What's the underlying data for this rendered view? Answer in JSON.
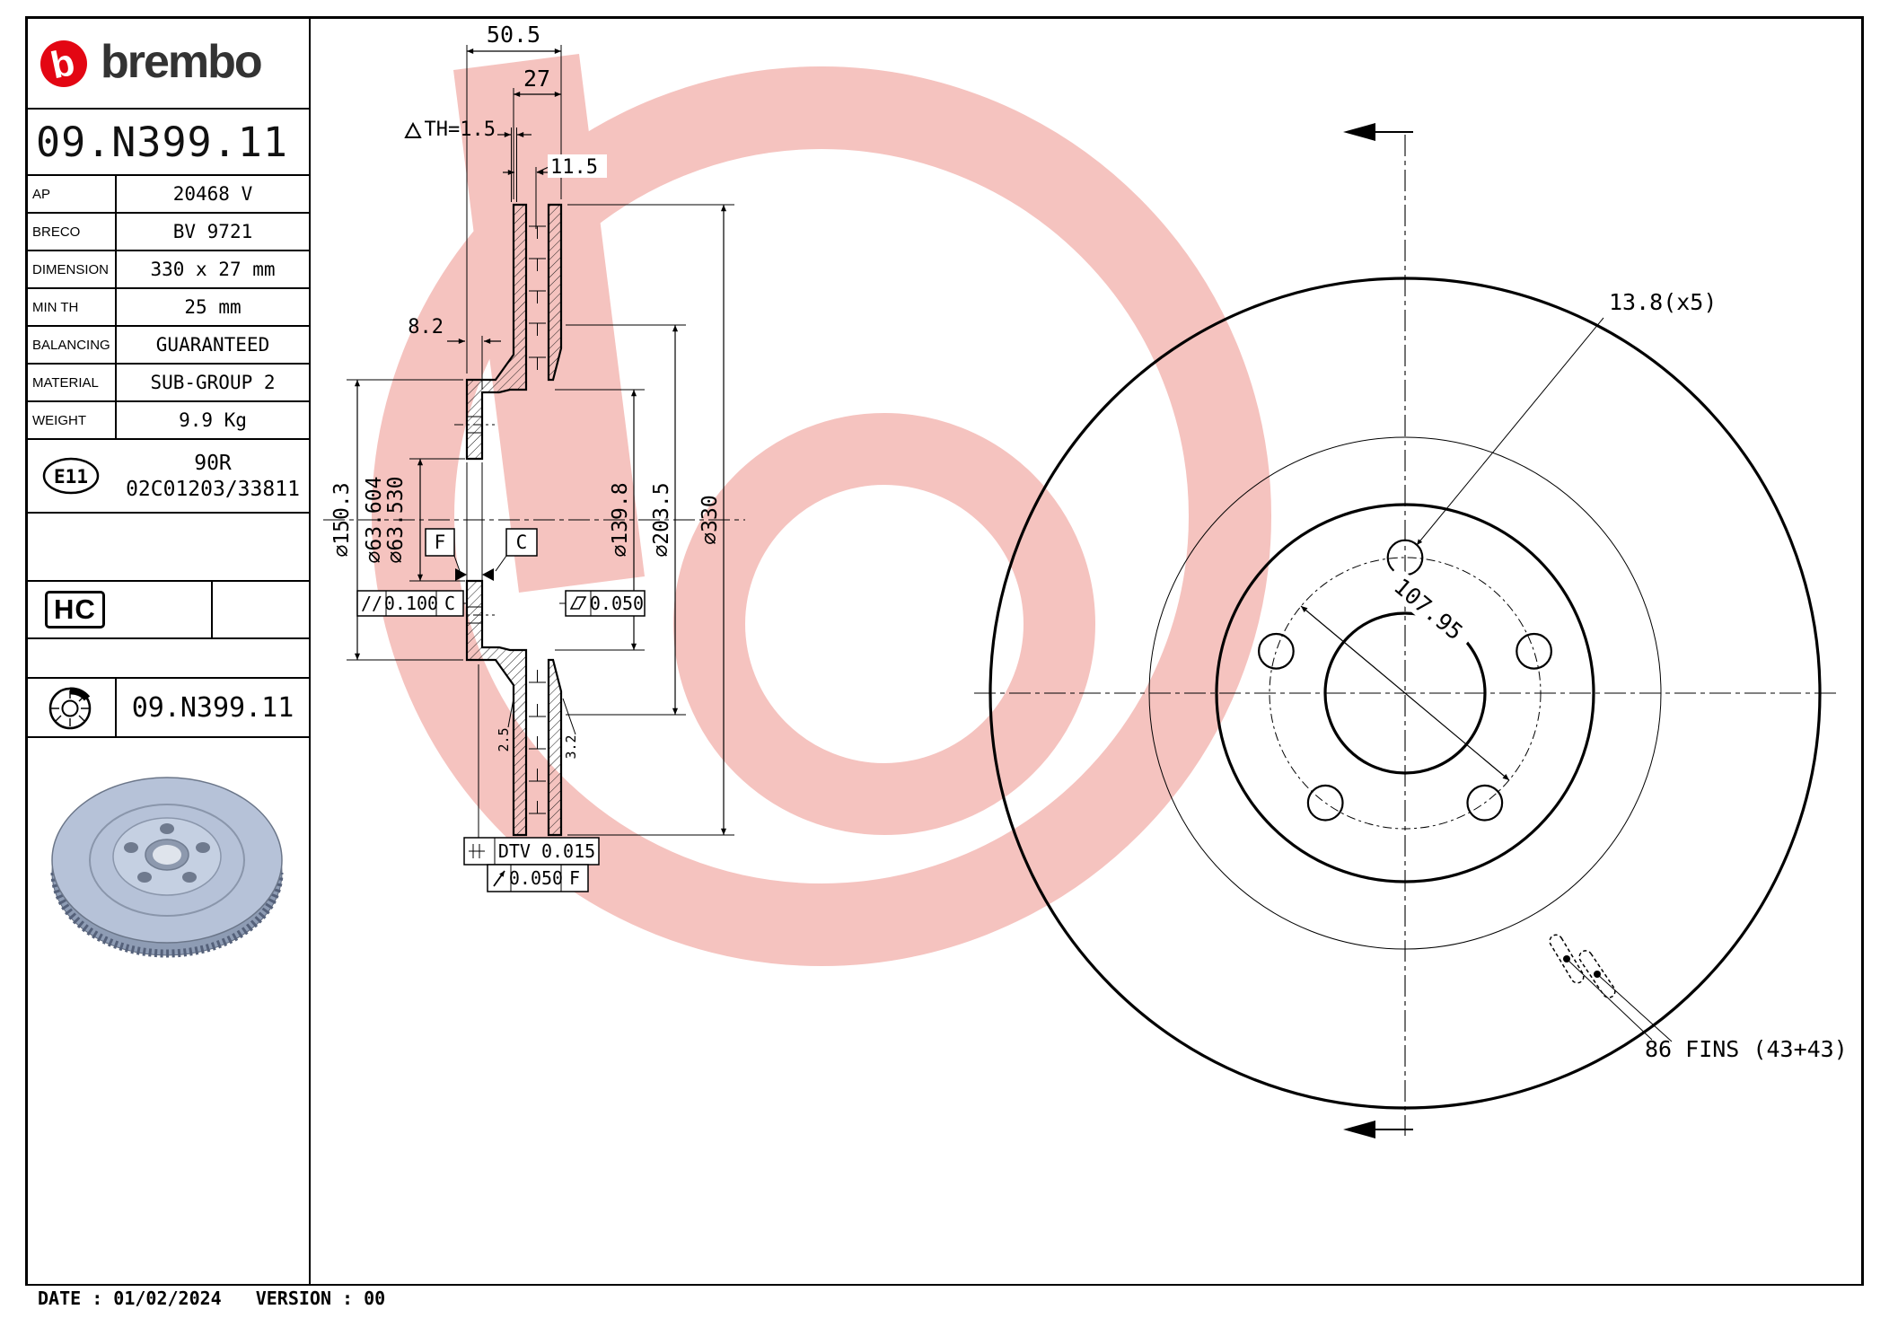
{
  "brand": {
    "logo_text": "brembo",
    "logo_letter": "b",
    "accent_color": "#e30613"
  },
  "part_number": "09.N399.11",
  "spec_table": {
    "rows": [
      {
        "label": "AP",
        "value": "20468 V"
      },
      {
        "label": "BRECO",
        "value": "BV 9721"
      },
      {
        "label": "DIMENSION",
        "value": "330 x 27 mm"
      },
      {
        "label": "MIN TH",
        "value": "25 mm"
      },
      {
        "label": "BALANCING",
        "value": "GUARANTEED"
      },
      {
        "label": "MATERIAL",
        "value": "SUB-GROUP 2"
      },
      {
        "label": "WEIGHT",
        "value": "9.9 Kg"
      }
    ]
  },
  "homologation": {
    "badge": "E11",
    "code_line1": "90R",
    "code_line2": "02C01203/33811"
  },
  "hc_badge": "HC",
  "catalog": {
    "part_number": "09.N399.11"
  },
  "footer": {
    "date": "DATE : 01/02/2024",
    "version": "VERSION : 00"
  },
  "section_view": {
    "overall_width": "50.5",
    "disc_thickness": "27",
    "min_thickness_note": "TH=1.5",
    "pad_depth": "11.5",
    "flange_thickness": "8.2",
    "hat_diameter": "⌀150.3",
    "bore_diameter_max": "⌀63.604",
    "bore_diameter_min": "⌀63.530",
    "vane_inner_diameter": "⌀139.8",
    "friction_inner_diameter": "⌀203.5",
    "outer_diameter": "⌀330",
    "chamfer_left": "2.5",
    "chamfer_right": "3.2",
    "datum_f": "F",
    "datum_c": "C",
    "parallelism": {
      "symbol": "//",
      "value": "0.100",
      "datum": "C"
    },
    "flatness_value": "0.050",
    "dtv": "DTV 0.015",
    "runout": {
      "value": "0.050",
      "datum": "F"
    }
  },
  "front_view": {
    "bolt_hole_dim": "13.8(x5)",
    "pitch_circle_dim": "107.95",
    "fins_note": "86 FINS (43+43)"
  }
}
